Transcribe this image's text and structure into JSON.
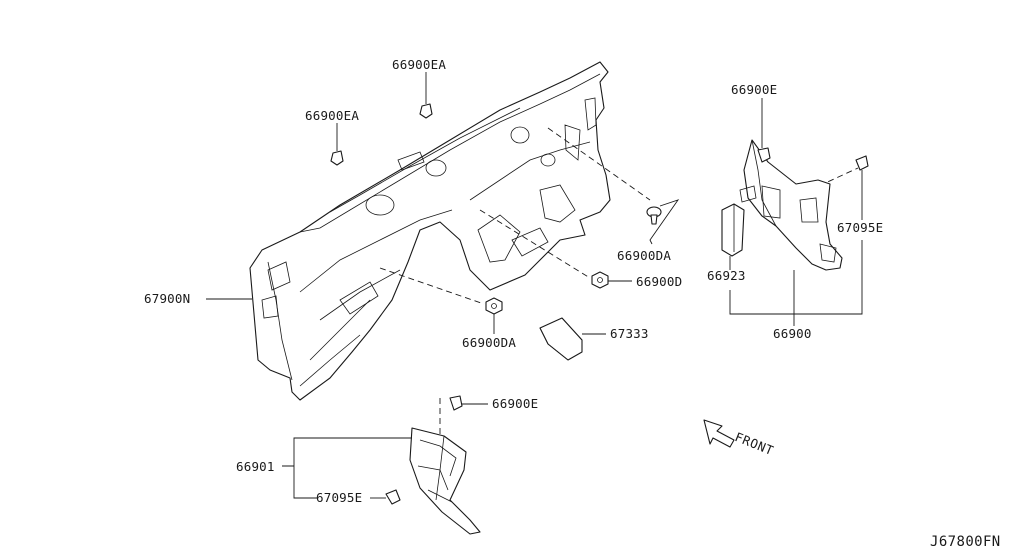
{
  "diagram": {
    "code": "J67800FN",
    "front_label": "FRONT",
    "callouts": {
      "dash_insulator": "67900N",
      "clip_top_center": "66900EA",
      "clip_top_left": "66900EA",
      "clip_right_da": "66900DA",
      "clip_right_d": "66900D",
      "clip_lower_da": "66900DA",
      "pad": "67333",
      "assy_right": "66900",
      "cover_right": "66923",
      "clip_right_e": "66900E",
      "clip_right_095": "67095E",
      "assy_lower": "66901",
      "clip_lower_e": "66900E",
      "clip_lower_095": "67095E"
    }
  }
}
